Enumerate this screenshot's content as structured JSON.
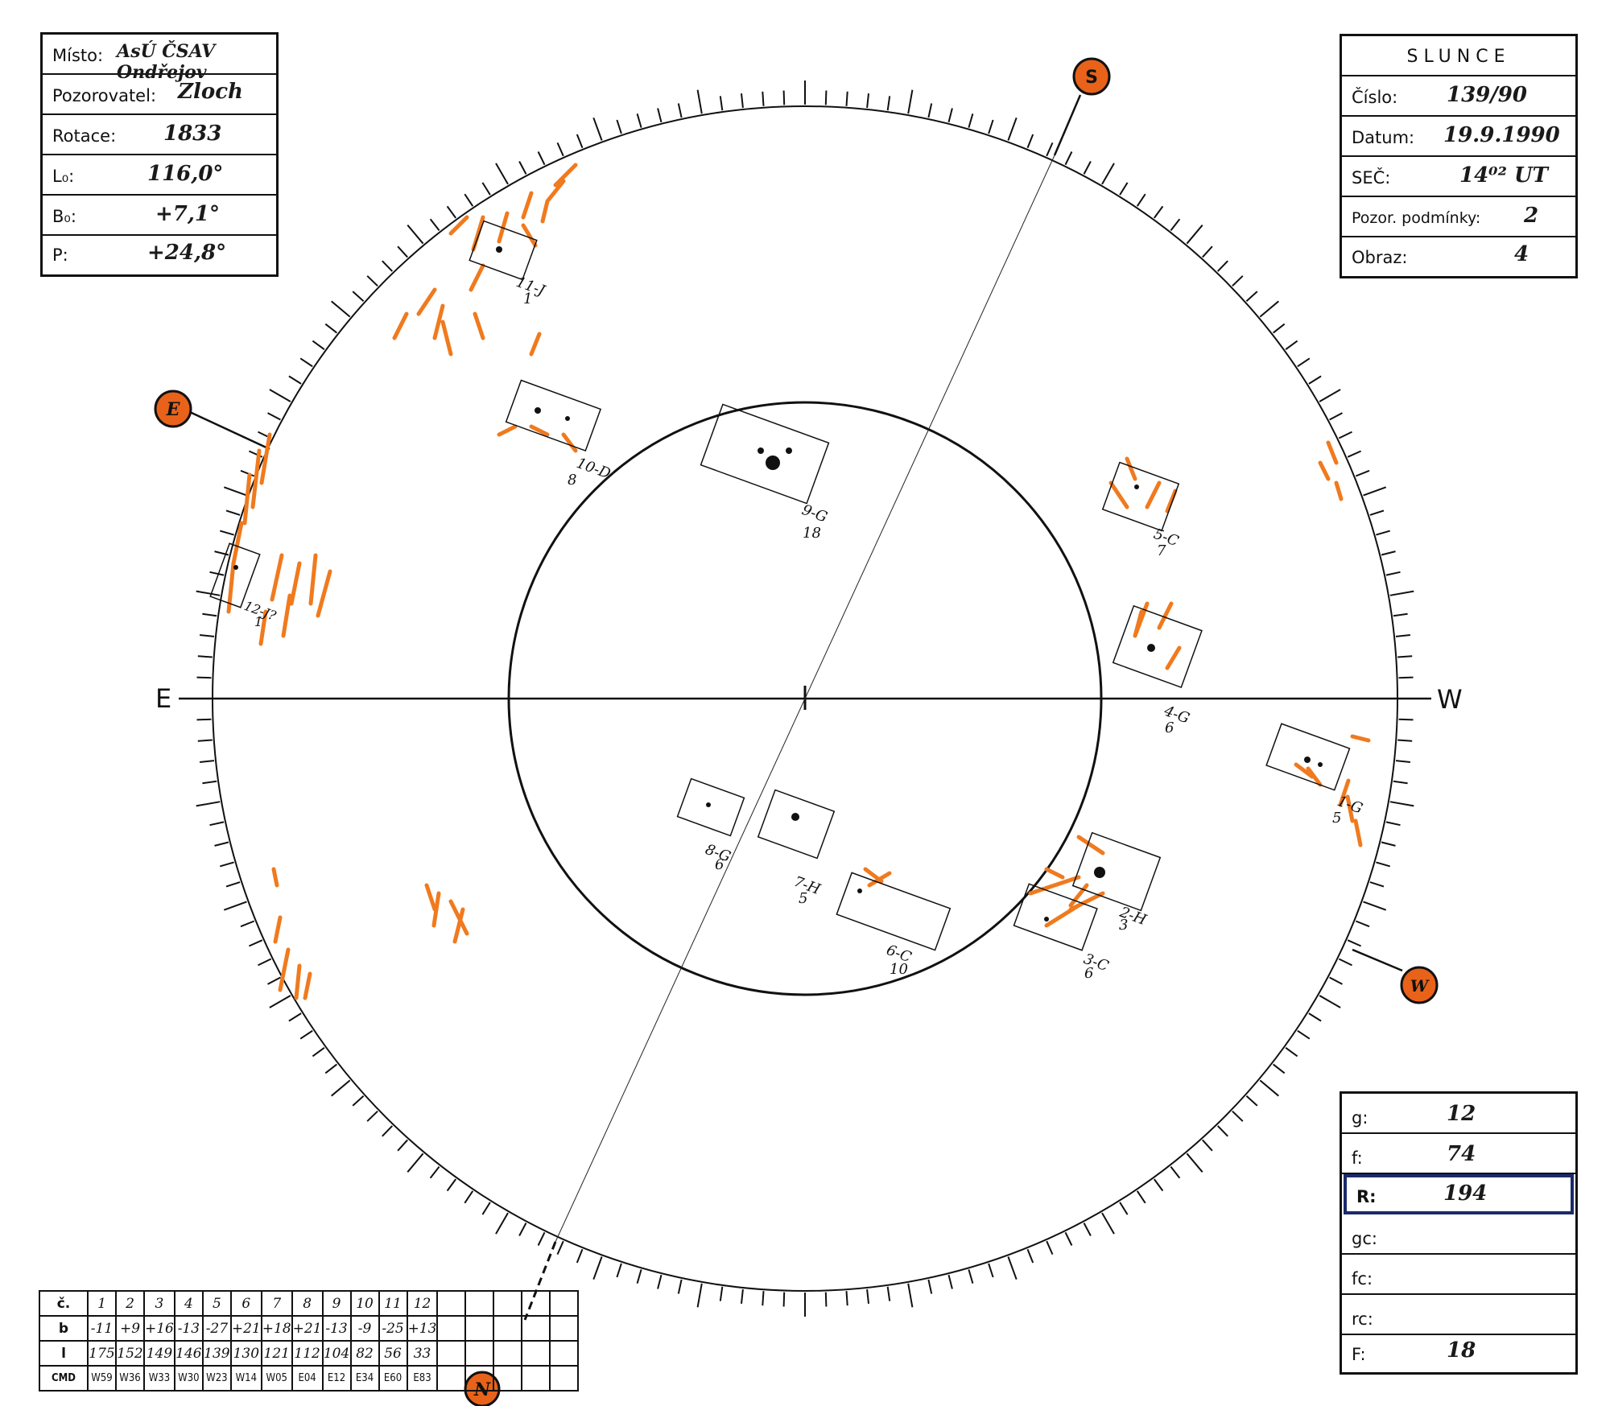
{
  "info_left": {
    "rows": [
      {
        "label": "Místo:",
        "value": "AsÚ ČSAV Ondřejov"
      },
      {
        "label": "Pozorovatel:",
        "value": "Zloch"
      },
      {
        "label": "Rotace:",
        "value": "1833"
      },
      {
        "label": "L₀:",
        "value": "116,0°"
      },
      {
        "label": "B₀:",
        "value": "+7,1°"
      },
      {
        "label": "P:",
        "value": "+24,8°"
      }
    ]
  },
  "info_right": {
    "title": "SLUNCE",
    "rows": [
      {
        "label": "Číslo:",
        "value": "139/90"
      },
      {
        "label": "Datum:",
        "value": "19.9.1990"
      },
      {
        "label": "SEČ:",
        "value": "14⁰² UT"
      },
      {
        "label": "Pozor. podmínky:",
        "value": "2"
      },
      {
        "label": "Obraz:",
        "value": "4"
      }
    ]
  },
  "counts": {
    "rows": [
      {
        "label": "g:",
        "value": "12"
      },
      {
        "label": "f:",
        "value": "74"
      },
      {
        "label": "R:",
        "value": "194"
      },
      {
        "label": "gc:",
        "value": ""
      },
      {
        "label": "fc:",
        "value": ""
      },
      {
        "label": "rc:",
        "value": ""
      },
      {
        "label": "F:",
        "value": "18"
      }
    ]
  },
  "compass": {
    "east": "E",
    "west": "W",
    "pole_south": "S",
    "pole_north": "N",
    "marker_east": "E",
    "marker_west": "W"
  },
  "groups": [
    {
      "id": "1-G",
      "count": "5"
    },
    {
      "id": "2-H",
      "count": "3"
    },
    {
      "id": "3-C",
      "count": "6"
    },
    {
      "id": "4-G",
      "count": "6"
    },
    {
      "id": "5-C",
      "count": "7"
    },
    {
      "id": "6-C",
      "count": "10"
    },
    {
      "id": "7-H",
      "count": "5"
    },
    {
      "id": "8-G",
      "count": "6"
    },
    {
      "id": "9-G",
      "count": "18"
    },
    {
      "id": "10-D",
      "count": "8"
    },
    {
      "id": "11-J",
      "count": "1"
    },
    {
      "id": "12-J?",
      "count": "1"
    }
  ],
  "spot_table": {
    "headers": [
      "č.",
      "b",
      "l",
      "CMD"
    ],
    "numbers": [
      "1",
      "2",
      "3",
      "4",
      "5",
      "6",
      "7",
      "8",
      "9",
      "10",
      "11",
      "12",
      "",
      "",
      "",
      "",
      ""
    ],
    "b": [
      "-11",
      "+9",
      "+16",
      "-13",
      "-27",
      "+21",
      "+18",
      "+21",
      "-13",
      "-9",
      "-25",
      "+13",
      "",
      "",
      "",
      "",
      ""
    ],
    "l": [
      "175",
      "152",
      "149",
      "146",
      "139",
      "130",
      "121",
      "112",
      "104",
      "82",
      "56",
      "33",
      "",
      "",
      "",
      "",
      ""
    ],
    "cmd": [
      "W59",
      "W36",
      "W33",
      "W30",
      "W23",
      "W14",
      "W05",
      "E04",
      "E12",
      "E34",
      "E60",
      "E83",
      "",
      "",
      "",
      "",
      ""
    ]
  },
  "colors": {
    "ink": "#111111",
    "facula": "#f07a1e",
    "marker": "#e8621a",
    "highlight": "#1b2a6b"
  }
}
